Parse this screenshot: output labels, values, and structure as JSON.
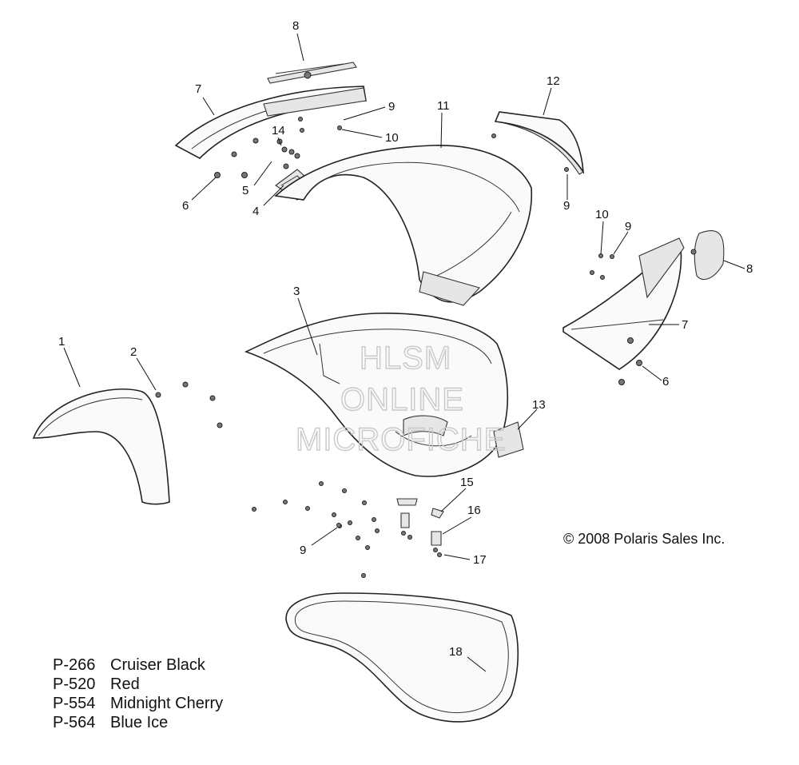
{
  "callouts": [
    "8",
    "7",
    "9",
    "14",
    "10",
    "11",
    "12",
    "5",
    "6",
    "4",
    "9",
    "10",
    "9",
    "8",
    "3",
    "7",
    "1",
    "2",
    "6",
    "13",
    "15",
    "16",
    "9",
    "17",
    "18"
  ],
  "watermark": [
    "HLSM",
    "ONLINE",
    "MICROFICHE"
  ],
  "copyright": "© 2008 Polaris Sales Inc.",
  "legend": [
    {
      "code": "P-266",
      "name": "Cruiser Black"
    },
    {
      "code": "P-520",
      "name": "Red"
    },
    {
      "code": "P-554",
      "name": "Midnight Cherry"
    },
    {
      "code": "P-564",
      "name": "Blue Ice"
    }
  ]
}
